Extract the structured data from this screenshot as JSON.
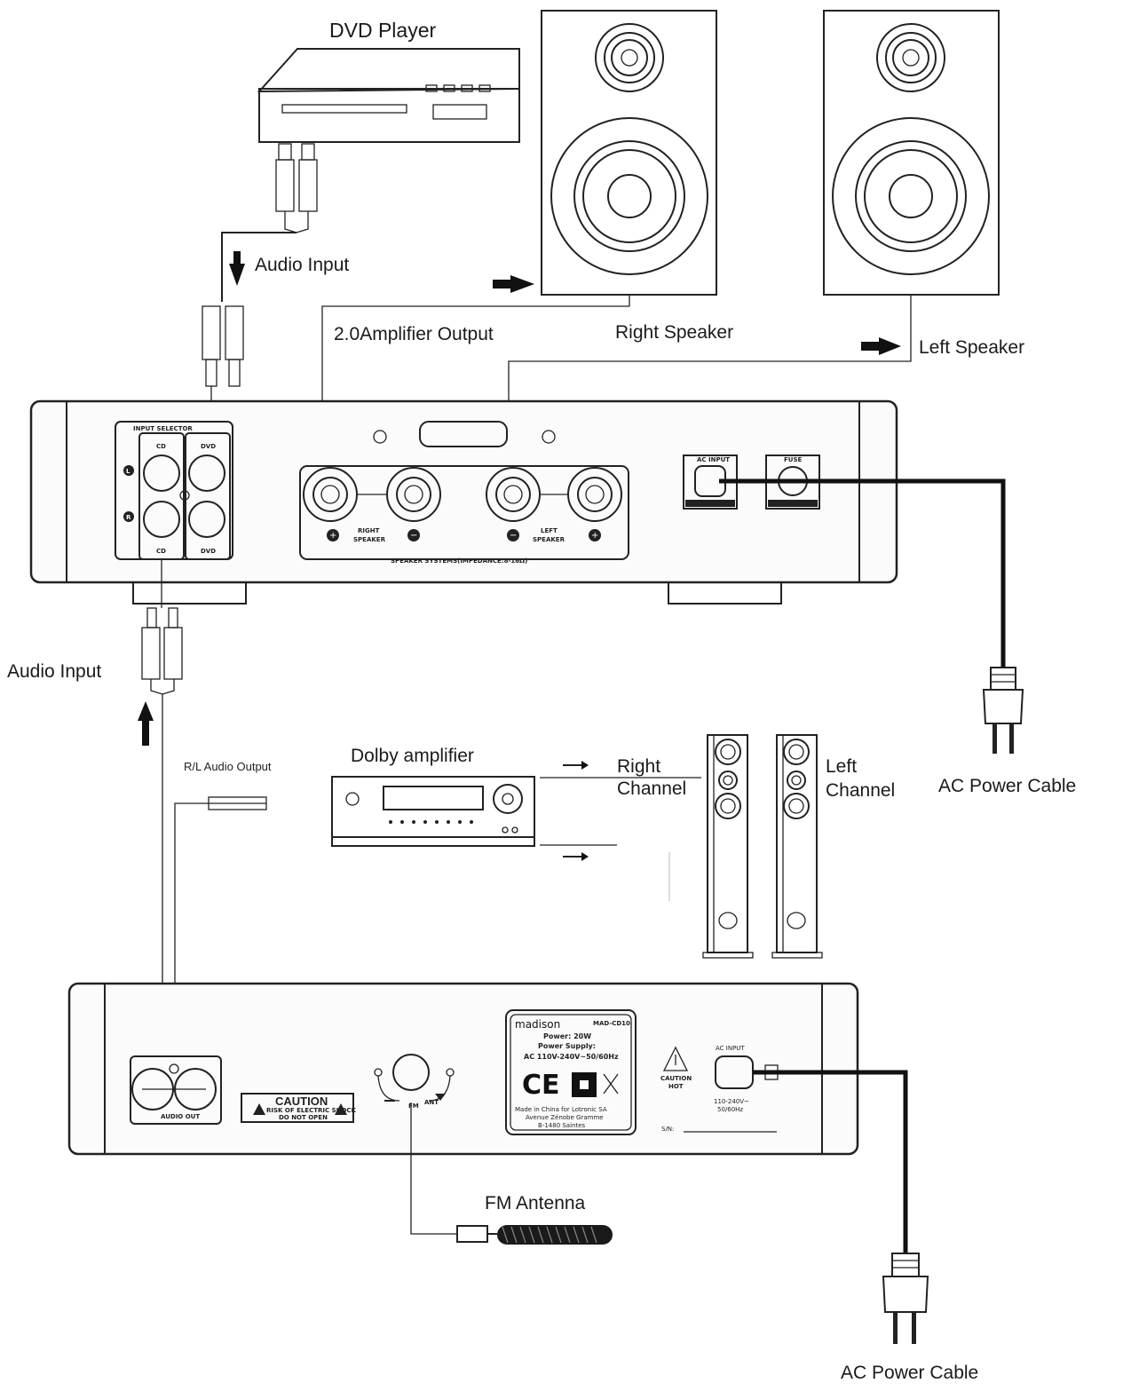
{
  "labels": {
    "dvd_player": "DVD Player",
    "audio_input_top": "Audio Input",
    "amp_output": "2.0Amplifier Output",
    "right_speaker": "Right Speaker",
    "left_speaker": "Left Speaker",
    "audio_input_left": "Audio Input",
    "rl_audio_output": "R/L Audio Output",
    "dolby_amplifier": "Dolby  amplifier",
    "right_channel_1": "Right",
    "right_channel_2": "Channel",
    "left_channel_1": "Left",
    "left_channel_2": "Channel",
    "ac_power_cable_right": "AC Power Cable",
    "fm_antenna": "FM Antenna",
    "ac_power_cable_bottom": "AC Power Cable"
  },
  "amplifier_panel": {
    "input_selector": "INPUT SELECTOR",
    "cd_top": "CD",
    "dvd_top": "DVD",
    "l": "L",
    "r": "R",
    "cd_bottom": "CD",
    "dvd_bottom": "DVD",
    "right_speaker_1": "RIGHT",
    "right_speaker_2": "SPEAKER",
    "left_speaker_1": "LEFT",
    "left_speaker_2": "SPEAKER",
    "impedance": "SPEAKER  SYSTEMS(IMPEDANCE:8-16Ω)",
    "ac_input": "AC INPUT",
    "fuse": "FUSE"
  },
  "player_panel": {
    "audio_out": "AUDIO OUT",
    "caution": "CAUTION",
    "caution_line1": "RISK OF ELECTRIC SHOCK",
    "caution_line2": "DO NOT OPEN",
    "fm": "FM",
    "ant": "ANT",
    "brand": "madison",
    "model": "MAD-CD10",
    "power": "Power: 20W",
    "power_supply": "Power Supply:",
    "ac_rating": "AC 110V-240V~50/60Hz",
    "made_in_1": "Made in China for Lotronic SA",
    "made_in_2": "Avenue Zénobe Gramme",
    "made_in_3": "B-1480 Saintes",
    "caution_hot_1": "CAUTION",
    "caution_hot_2": "HOT",
    "ac_input": "AC INPUT",
    "voltage_1": "110-240V~",
    "voltage_2": "50/60Hz",
    "serial": "S/N:"
  }
}
